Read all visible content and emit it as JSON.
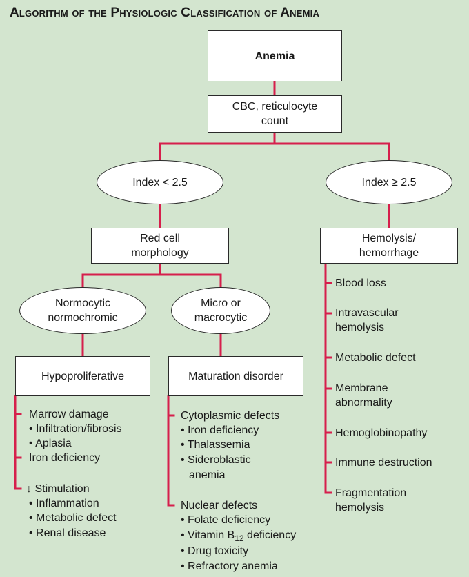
{
  "title": "Algorithm of the Physiologic Classification of Anemia",
  "nodes": {
    "anemia": "Anemia",
    "cbc_line1": "CBC, reticulocyte",
    "cbc_line2": "count",
    "index_low": "Index < 2.5",
    "index_high": "Index ≥ 2.5",
    "red_cell_line1": "Red cell",
    "red_cell_line2": "morphology",
    "hemolysis_line1": "Hemolysis/",
    "hemolysis_line2": "hemorrhage",
    "normocytic_line1": "Normocytic",
    "normocytic_line2": "normochromic",
    "micro_line1": "Micro or",
    "micro_line2": "macrocytic",
    "hypoproliferative": "Hypoproliferative",
    "maturation": "Maturation disorder"
  },
  "hypo_list": {
    "marrow": "Marrow damage",
    "infiltration": "• Infiltration/fibrosis",
    "aplasia": "• Aplasia",
    "iron": "Iron deficiency",
    "stim_arrow": "↓",
    "stimulation": "Stimulation",
    "inflammation": "• Inflammation",
    "metabolic": "• Metabolic defect",
    "renal": "• Renal disease"
  },
  "maturation_list": {
    "cytoplasmic": "Cytoplasmic defects",
    "iron": "• Iron deficiency",
    "thalassemia": "• Thalassemia",
    "sideroblastic_line1": "• Sideroblastic",
    "sideroblastic_line2": "anemia",
    "nuclear": "Nuclear defects",
    "folate": "• Folate deficiency",
    "vitb_pre": "• Vitamin B",
    "vitb_sub": "12",
    "vitb_post": " deficiency",
    "drug": "• Drug toxicity",
    "refractory": "• Refractory anemia"
  },
  "hemolysis_list": {
    "blood_loss": "Blood loss",
    "intravascular_line1": "Intravascular",
    "intravascular_line2": "hemolysis",
    "metabolic": "Metabolic defect",
    "membrane_line1": "Membrane",
    "membrane_line2": "abnormality",
    "hemoglobinopathy": "Hemoglobinopathy",
    "immune": "Immune destruction",
    "fragmentation_line1": "Fragmentation",
    "fragmentation_line2": "hemolysis"
  },
  "colors": {
    "background": "#d3e5cf",
    "connector": "#d61f4c",
    "border": "#2a2a2a"
  }
}
